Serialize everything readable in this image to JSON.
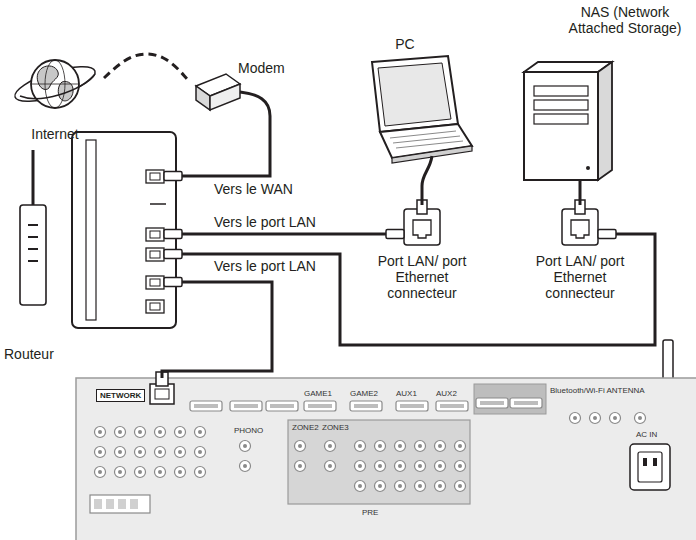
{
  "diagram": {
    "nodes": [
      {
        "text": [
          "Internet"
        ]
      },
      {
        "text": [
          "Modem"
        ]
      },
      {
        "text": [
          "PC"
        ]
      },
      {
        "text": [
          "NAS (Network Attached Storage)"
        ]
      },
      {
        "text": [
          "Routeur"
        ]
      },
      {
        "text": [
          "Port LAN/ port Ethernet connecteur"
        ]
      },
      {
        "text": [
          "Port LAN/ port Ethernet connecteur"
        ]
      },
      {
        "text": [
          "NETWORK"
        ]
      }
    ],
    "edges": [
      {
        "from": 0,
        "to": 1,
        "arrow": "none"
      },
      {
        "from": 1,
        "to": 4,
        "label": "Vers le WAN",
        "arrow": "none"
      },
      {
        "from": 4,
        "to": 5,
        "label": "Vers le port LAN",
        "arrow": "none"
      },
      {
        "from": 4,
        "to": 6,
        "label": "Vers le port LAN",
        "arrow": "none"
      },
      {
        "from": 4,
        "to": 7,
        "arrow": "none"
      },
      {
        "from": 2,
        "to": 5,
        "arrow": "none"
      },
      {
        "from": 3,
        "to": 6,
        "arrow": "none"
      }
    ],
    "labels": [
      "GAME1",
      "GAME2",
      "AUX1",
      "AUX2",
      "Bluetooth/Wi-Fi ANTENNA",
      "ZONE2",
      "ZONE3",
      "PHONO",
      "PRE",
      "AC IN"
    ]
  }
}
